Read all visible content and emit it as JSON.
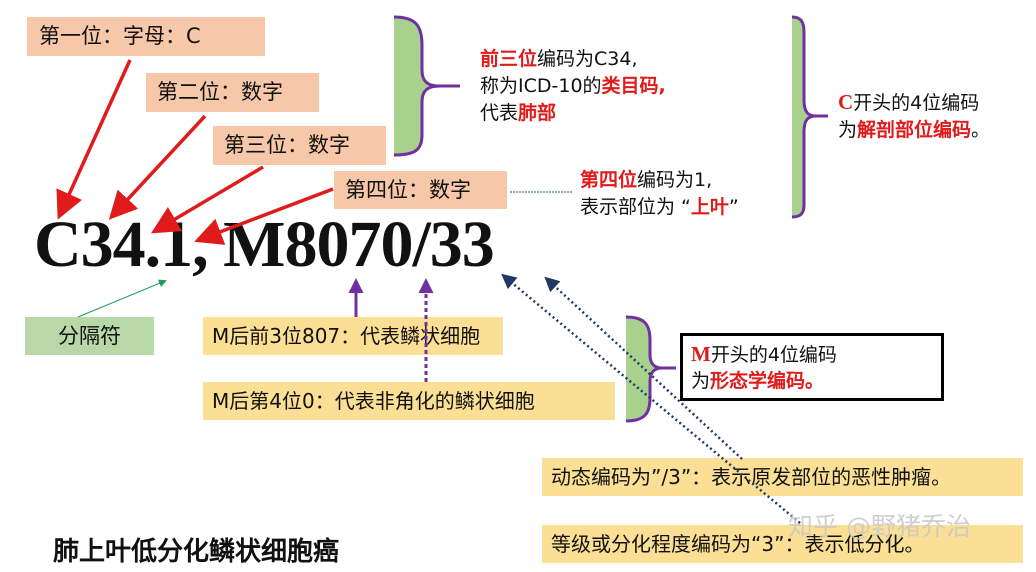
{
  "code": "C34.1, M8070/33",
  "title": "肺上叶低分化鳞状细胞癌",
  "position_labels": [
    {
      "text": "第一位：字母：C"
    },
    {
      "text": "第二位：数字"
    },
    {
      "text": "第三位：数字"
    },
    {
      "text": "第四位：数字"
    }
  ],
  "separator_label": "分隔符",
  "notes": {
    "first_three": {
      "a_red": "前三位",
      "a_rest": "编码为C34,",
      "b_pre": "称为ICD-10的",
      "b_red": "类目码,",
      "c_pre": "代表",
      "c_red": "肺部"
    },
    "fourth": {
      "a_red": "第四位",
      "a_rest": "编码为1,",
      "b_pre": "表示部位为 “",
      "b_red": "上叶",
      "b_post": "”"
    },
    "c_prefix": {
      "a_red": "C",
      "a_rest": "开头的4位编码",
      "b_pre": "为",
      "b_red": "解剖部位编码",
      "b_post": "。"
    },
    "m_prefix": {
      "a_red": "M",
      "a_rest": "开头的4位编码",
      "b_pre": "为",
      "b_red": "形态学编码。"
    }
  },
  "morphology_labels": [
    {
      "text": "M后前3位807：代表鳞状细胞"
    },
    {
      "text": "M后第4位0：代表非角化的鳞状细胞"
    }
  ],
  "behavior_labels": [
    {
      "text": "动态编码为”/3”：表示原发部位的恶性肿瘤。"
    },
    {
      "text": "等级或分化程度编码为“3”：表示低分化。"
    }
  ],
  "watermark": "知乎 @野猪乔治",
  "colors": {
    "red": "#e01b1b",
    "purple": "#7030a0",
    "navy": "#1f3864",
    "green_arrow": "#1e9e5a",
    "peach": "#f6c7a8",
    "yellow": "#fbdf94",
    "green_box": "#b8d8a8",
    "brace_fill": "#a9d18e"
  }
}
